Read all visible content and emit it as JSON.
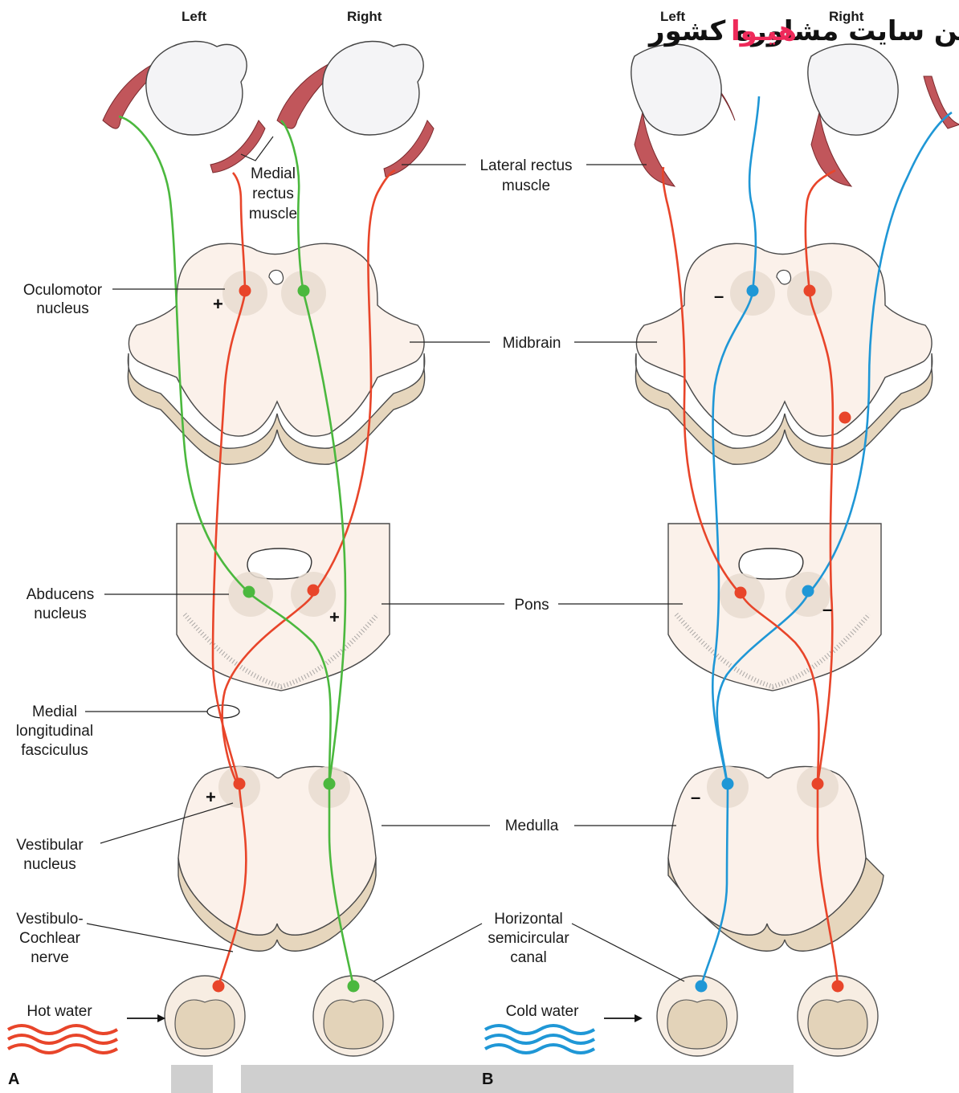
{
  "watermark": {
    "brand": "هیـوا",
    "text": "تخصصی ترین سایت مشاوره کشور",
    "brand_color": "#ee2a5a"
  },
  "headers": {
    "a_left": "Left",
    "a_right": "Right",
    "b_left": "Left",
    "b_right": "Right"
  },
  "panels": {
    "a": "A",
    "b": "B"
  },
  "labels": {
    "medial_rectus": [
      "Medial",
      "rectus",
      "muscle"
    ],
    "lateral_rectus": [
      "Lateral rectus",
      "muscle"
    ],
    "oculomotor": [
      "Oculomotor",
      "nucleus"
    ],
    "midbrain": "Midbrain",
    "abducens": [
      "Abducens",
      "nucleus"
    ],
    "pons": "Pons",
    "mlf": [
      "Medial",
      "longitudinal",
      "fasciculus"
    ],
    "medulla": "Medulla",
    "vestibular": [
      "Vestibular",
      "nucleus"
    ],
    "vestibulocochlear": [
      "Vestibulo-",
      "Cochlear",
      "nerve"
    ],
    "horizontal_canal": [
      "Horizontal",
      "semicircular",
      "canal"
    ],
    "hot_water": "Hot water",
    "cold_water": "Cold water"
  },
  "signs": {
    "plus": "+",
    "minus": "–"
  },
  "colors": {
    "excitatory": "#e8452a",
    "green_pathway": "#4bb83e",
    "inhibitory": "#1f97d6"
  }
}
